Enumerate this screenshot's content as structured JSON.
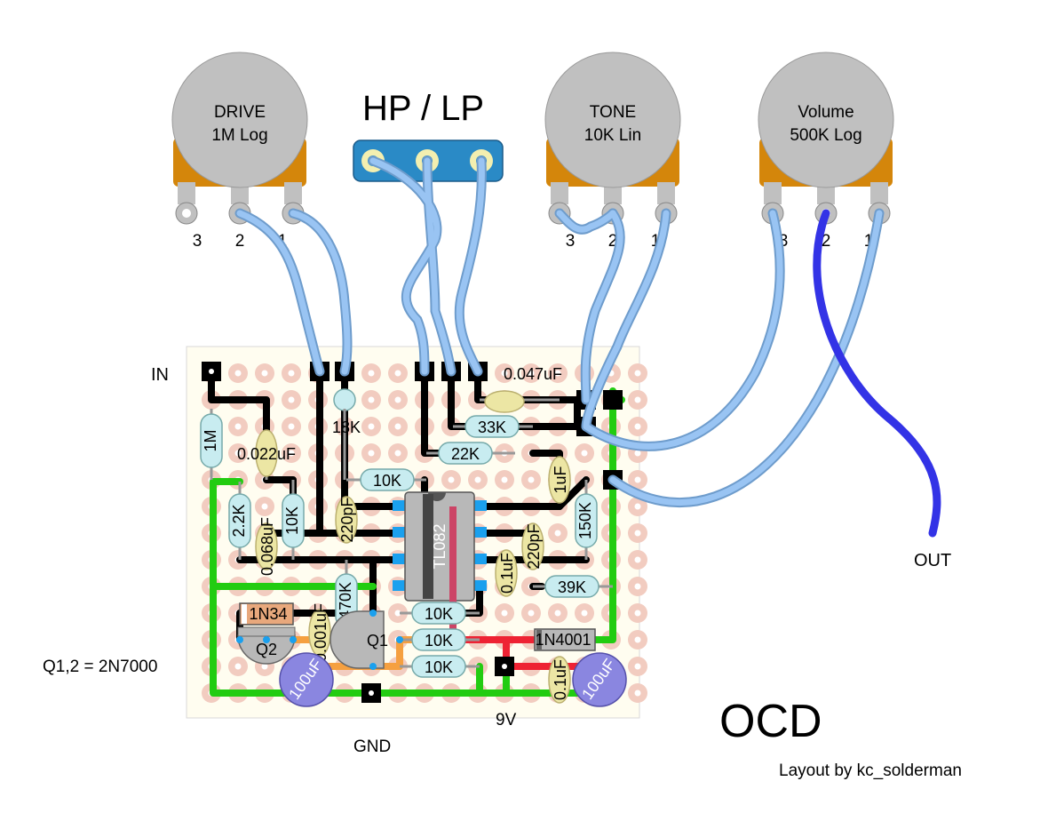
{
  "title": "OCD",
  "credit": "Layout by kc_solderman",
  "switch": {
    "label": "HP / LP"
  },
  "pots": [
    {
      "name": "DRIVE",
      "value": "1M Log",
      "pins": [
        "3",
        "2",
        "1"
      ]
    },
    {
      "name": "TONE",
      "value": "10K Lin",
      "pins": [
        "3",
        "2",
        "1"
      ]
    },
    {
      "name": "Volume",
      "value": "500K Log",
      "pins": [
        "3",
        "2",
        "1"
      ]
    }
  ],
  "io": {
    "in": "IN",
    "out": "OUT",
    "gnd": "GND",
    "power": "9V"
  },
  "transistor_note": "Q1,2 = 2N7000",
  "ic": {
    "label": "TL082"
  },
  "components": {
    "r_1m": "1M",
    "c_0022": "0.022uF",
    "r_18k": "18K",
    "c_0047": "0.047uF",
    "r_33k": "33K",
    "r_22k": "22K",
    "r_10k_a": "10K",
    "c_1uf": "1uF",
    "r_150k": "150K",
    "r_22k2": "2.2K",
    "c_0068": "0.068uF",
    "r_10k_b": "10K",
    "c_220p_a": "220pF",
    "c_220p_b": "220pF",
    "c_01_a": "0.1uF",
    "r_39k": "39K",
    "r_470k": "470K",
    "d_1n34": "1N34",
    "c_0001": "0.001uF",
    "r_10k_c": "10K",
    "r_10k_d": "10K",
    "r_10k_e": "10K",
    "d_1n4001": "1N4001",
    "c_01_b": "0.1uF",
    "c_100u_a": "100uF",
    "c_100u_b": "100uF",
    "q1": "Q1",
    "q2": "Q2"
  },
  "colors": {
    "pot_body": "#c0c0c0",
    "pot_base": "#d4860b",
    "wire_light": "#99c4f3",
    "wire_dark": "#3333e6",
    "trace_black": "#000000",
    "trace_green": "#22cc11",
    "trace_red": "#ee2233",
    "trace_orange": "#f5a040",
    "trace_pink": "#cc4466",
    "resistor": "#c8ecf0",
    "film_cap": "#ece6a4",
    "elec_cap": "#8a86e0",
    "board": "#fffdf0",
    "pad": "#f2ccc0",
    "ic_pad": "#1aa0ee"
  }
}
